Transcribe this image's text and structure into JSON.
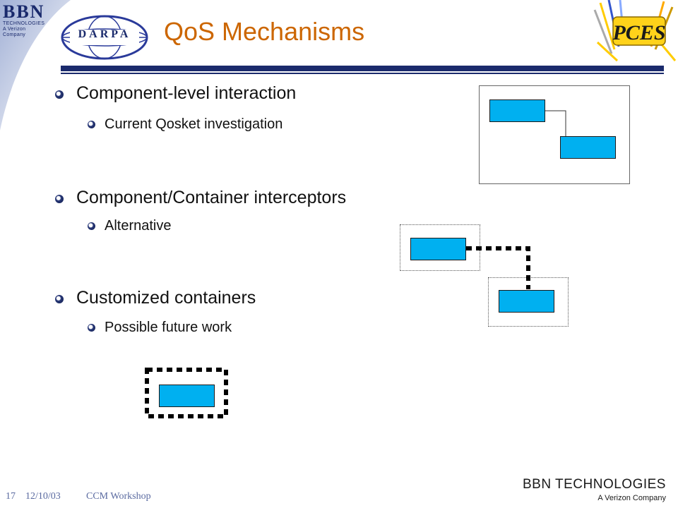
{
  "header": {
    "logo_main": "BBN",
    "logo_sub1": "TECHNOLOGIES",
    "logo_sub2": "A Verizon Company",
    "darpa": "DARPA",
    "title": "QoS Mechanisms",
    "pces_logo": "PCES"
  },
  "bullets": [
    {
      "text": "Component-level interaction",
      "sub": "Current Qosket investigation"
    },
    {
      "text": "Component/Container interceptors",
      "sub": "Alternative"
    },
    {
      "text": "Customized containers",
      "sub": "Possible future work"
    }
  ],
  "footer": {
    "slide_number": "17",
    "date": "12/10/03",
    "event": "CCM Workshop",
    "company": "BBN TECHNOLOGIES",
    "company_sub": "A Verizon Company"
  },
  "colors": {
    "title": "#cc6600",
    "rule": "#1a2a6c",
    "component_fill": "#00b0f0"
  }
}
